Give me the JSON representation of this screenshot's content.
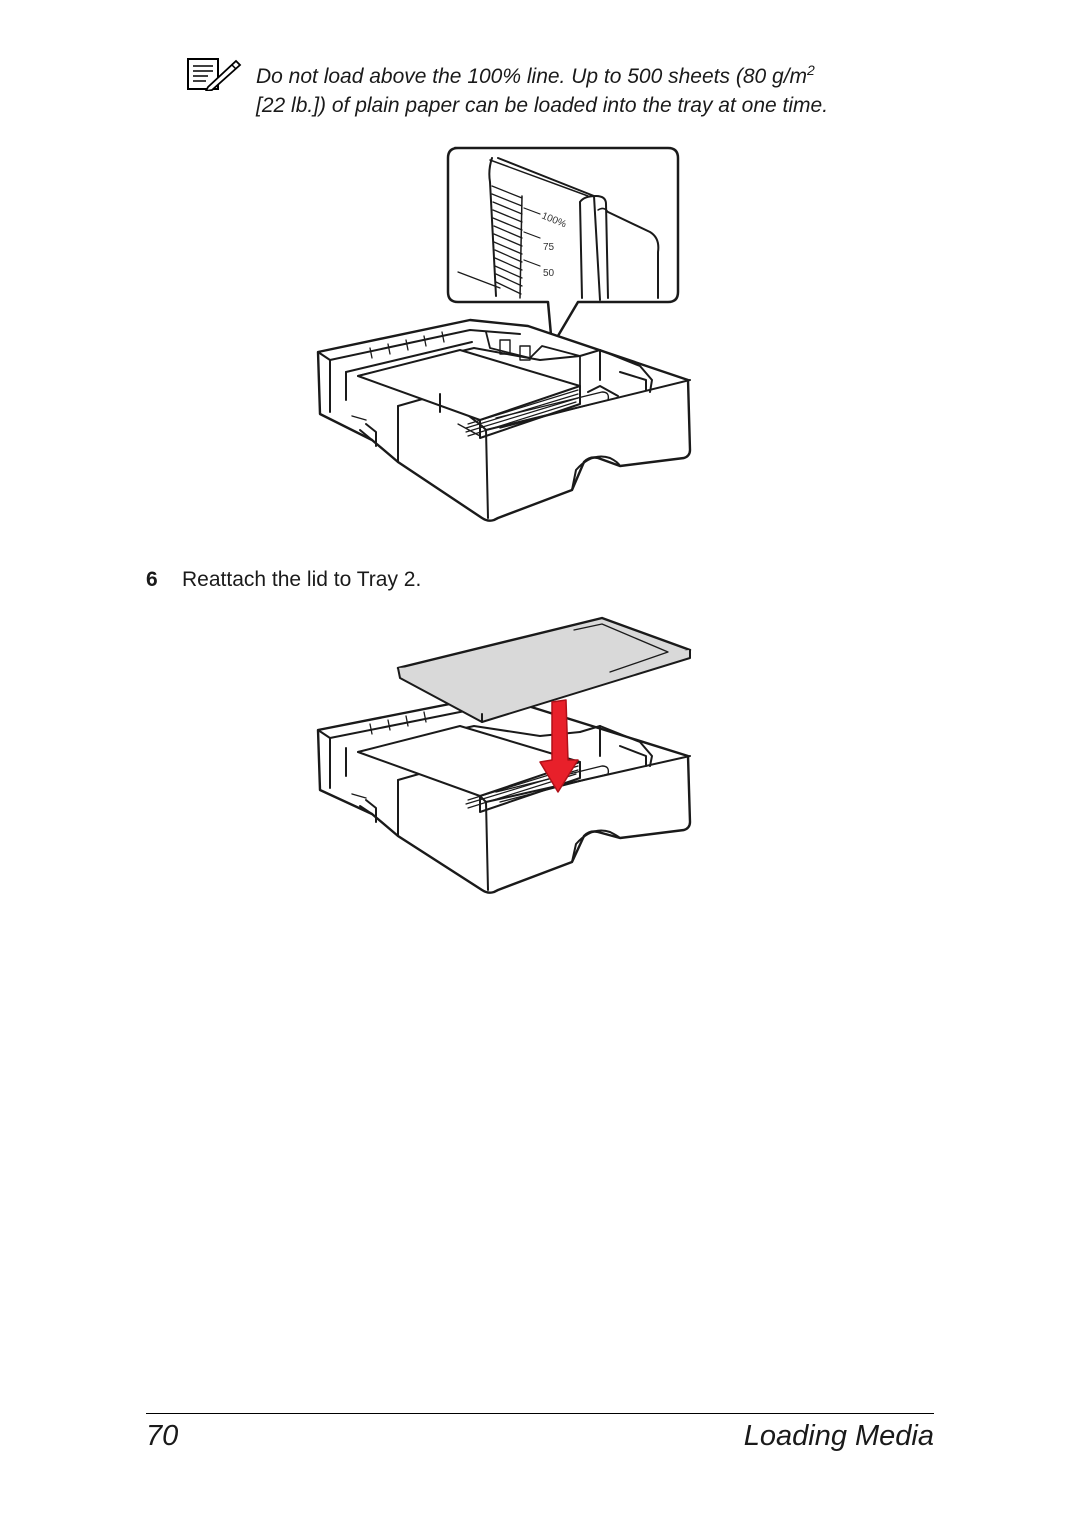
{
  "note": {
    "icon": "note-pencil-icon",
    "line1": "Do not load above the 100% line. Up to 500 sheets (80 g/m",
    "superscript": "2",
    "line2": "[22 lb.]) of plain paper can be loaded into the tray at one time."
  },
  "figure1": {
    "callout_scale_labels": [
      "100%",
      "75",
      "50"
    ]
  },
  "step": {
    "number": "6",
    "text": "Reattach the lid to Tray 2."
  },
  "footer": {
    "page_number": "70",
    "section_title": "Loading Media"
  },
  "colors": {
    "arrow": "#e8202a",
    "lid": "#d9d9d9"
  }
}
